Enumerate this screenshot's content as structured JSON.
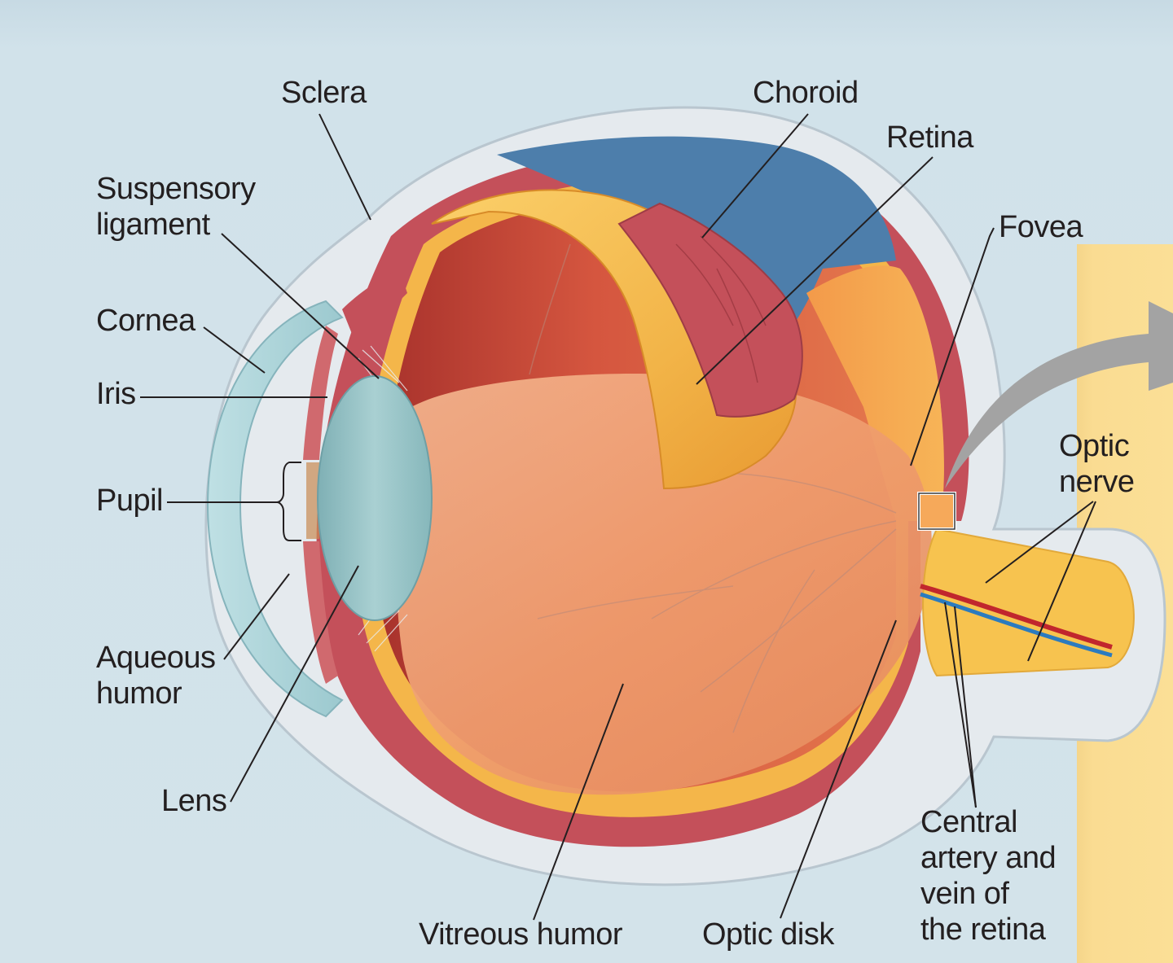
{
  "labels": {
    "sclera": "Sclera",
    "choroid": "Choroid",
    "retina": "Retina",
    "suspensory_ligament": "Suspensory\nligament",
    "fovea": "Fovea",
    "cornea": "Cornea",
    "iris": "Iris",
    "pupil": "Pupil",
    "optic_nerve": "Optic\nnerve",
    "aqueous_humor": "Aqueous\nhumor",
    "lens": "Lens",
    "vitreous_humor": "Vitreous humor",
    "optic_disk": "Optic disk",
    "central_artery_vein": "Central\nartery and\nvein of\nthe retina"
  },
  "colors": {
    "background": "#cfe0e8",
    "sclera": "#e4e9ee",
    "choroid": "#c7505c",
    "retina": "#f6b13c",
    "vitreous": "#ee9a6b",
    "interior": "#c9473a",
    "lens": "#8fbcc0",
    "cornea": "#a9d3d9",
    "nerve": "#f7c34f",
    "highlight_panel": "#fbdf96",
    "arrow": "#9c9c9c"
  }
}
